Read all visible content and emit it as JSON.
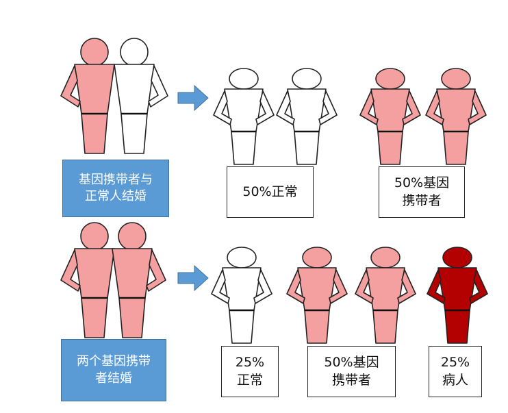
{
  "colors": {
    "normal": "#ffffff",
    "carrier": "#f4a0a0",
    "patient": "#b30000",
    "arrow": "#5b9bd5",
    "box_blue": "#5b9bd5"
  },
  "rows": [
    {
      "label": "基因携带者与\n正常人结婚",
      "parents": [
        "carrier",
        "normal"
      ],
      "children": [
        "normal",
        "normal",
        "carrier",
        "carrier"
      ],
      "outcomes": [
        "50%正常",
        "50%基因\n携带者"
      ]
    },
    {
      "label": "两个基因携带\n者结婚",
      "parents": [
        "carrier",
        "carrier"
      ],
      "children": [
        "normal",
        "carrier",
        "carrier",
        "patient"
      ],
      "outcomes": [
        "25%\n正常",
        "50%基因\n携带者",
        "25%\n病人"
      ]
    }
  ]
}
